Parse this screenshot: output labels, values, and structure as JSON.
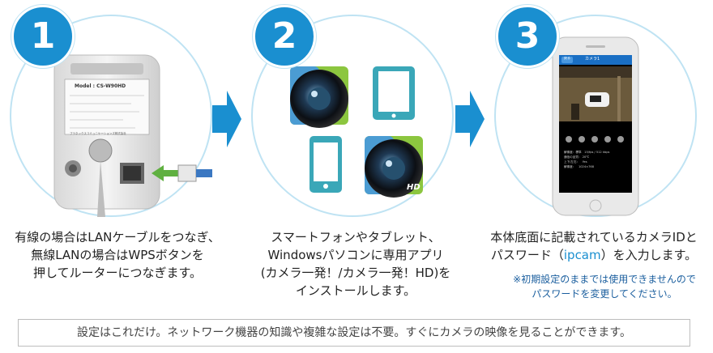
{
  "steps": [
    {
      "number": "1",
      "caption_lines": [
        "有線の場合はLANケーブルをつなぎ、",
        "無線LANの場合はWPSボタンを",
        "押してルーターにつなぎます。"
      ]
    },
    {
      "number": "2",
      "caption_lines": [
        "スマートフォンやタブレット、",
        "Windowsパソコンに専用アプリ",
        "(カメラ一発！/カメラ一発！HD)を",
        "インストールします。"
      ]
    },
    {
      "number": "3",
      "caption_pre": "本体底面に記載されているカメラIDと",
      "caption_line2_a": "パスワード（",
      "caption_highlight": "ipcam",
      "caption_line2_b": "）を入力します。",
      "note_lines": [
        "※初期設定のままでは使用できませんので",
        "パスワードを変更してください。"
      ]
    }
  ],
  "device": {
    "model_label": "Model : CS-W90HD",
    "maker_label": "プラネックスコミュニケーションズ株式会社",
    "hd_badge": "HD"
  },
  "phone": {
    "screen_title": "カメラ1",
    "back_button": "戻る",
    "info_lines": [
      "解像度：標準　15/fps / 512 kbps",
      "通信の品質： 20℃",
      "上下/左右：　Yes",
      "解像度：　1024×768"
    ]
  },
  "bottom_text": "設定はこれだけ。ネットワーク機器の知識や複雑な設定は不要。すぐにカメラの映像を見ることができます。",
  "colors": {
    "accent": "#1a8fd0",
    "circle_border": "#bfe3f3",
    "note": "#1a5e9e",
    "tablet_teal": "#3aa7b8",
    "lan_green": "#5fb040"
  }
}
